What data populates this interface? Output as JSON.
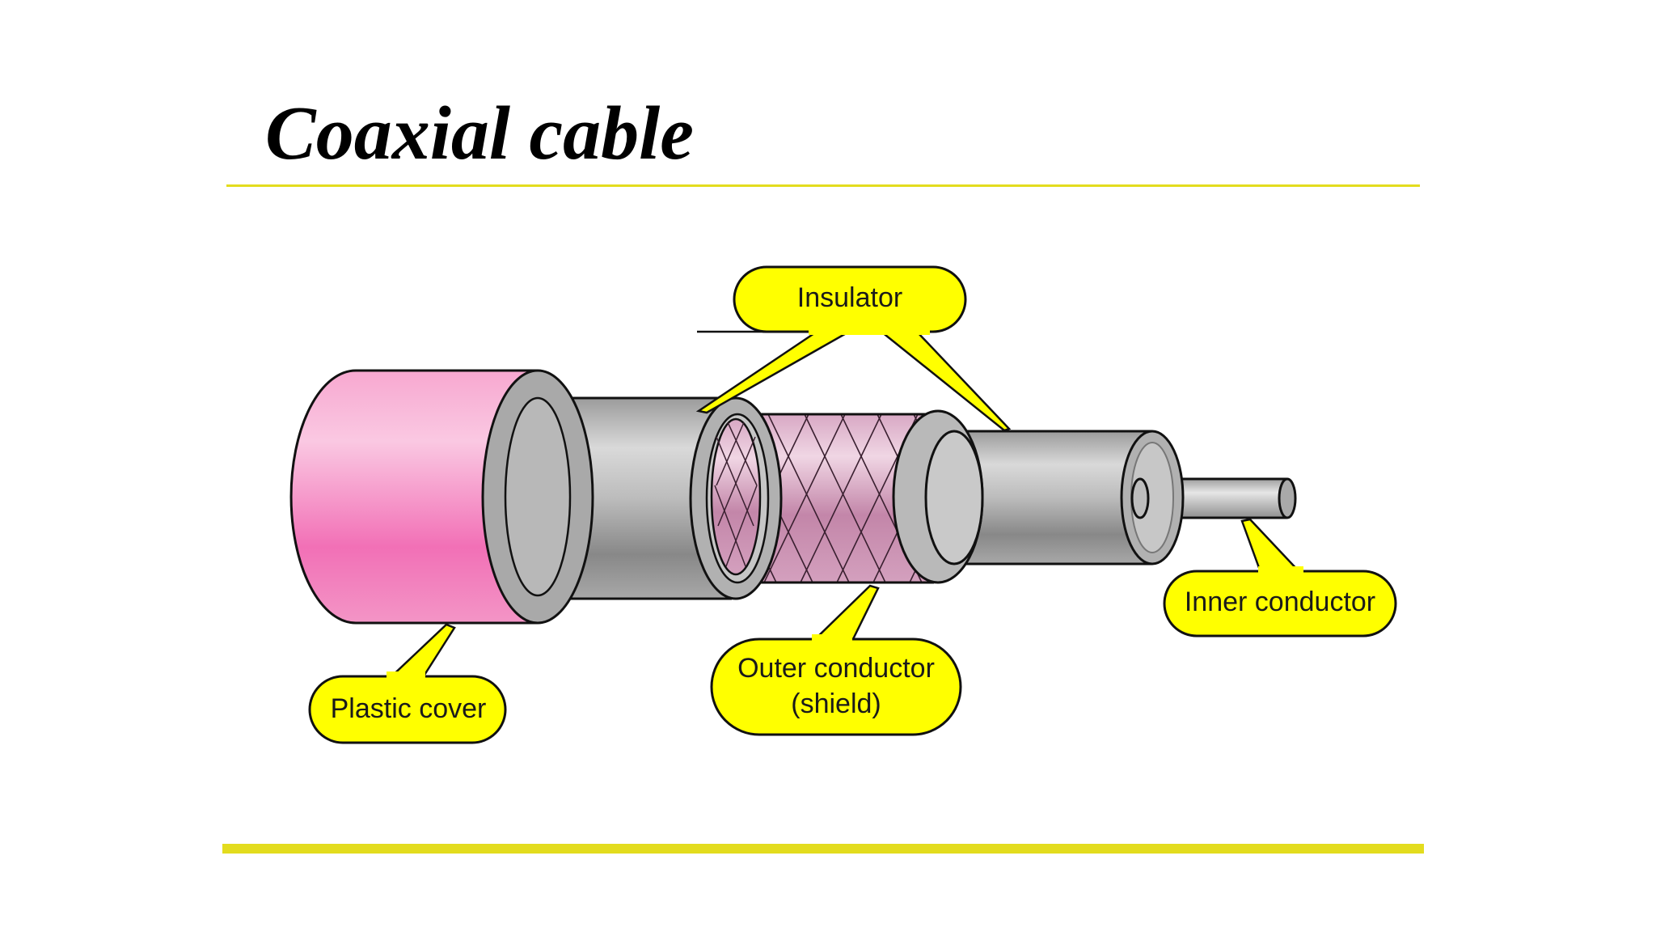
{
  "title": "Coaxial cable",
  "colors": {
    "accent": "#e3dc1e",
    "callout_fill": "#ffff00",
    "plastic_cover": "#f26bb5",
    "metal_gray": "#9a9a9a",
    "shield_mauve": "#c889b0"
  },
  "labels": {
    "insulator": "Insulator",
    "plastic_cover": "Plastic cover",
    "outer_conductor": "Outer conductor",
    "shield": "(shield)",
    "inner_conductor": "Inner conductor"
  }
}
